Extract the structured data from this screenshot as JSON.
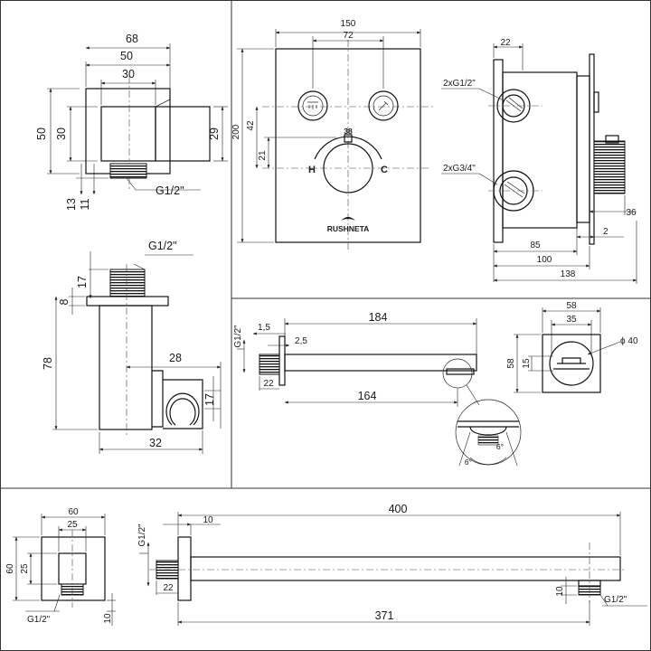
{
  "views": {
    "elbow_top": {
      "dims": {
        "w68": "68",
        "w50": "50",
        "w30": "30",
        "h50": "50",
        "h30": "30",
        "h29": "29",
        "h13": "13",
        "h11": "11",
        "thread": "G1/2\""
      }
    },
    "panel": {
      "dims": {
        "w150": "150",
        "w72": "72",
        "h200": "200",
        "h42": "42",
        "h21": "21"
      },
      "labels": {
        "hot": "H",
        "cold": "C",
        "temp": "38",
        "brand": "RUSHNETA"
      }
    },
    "side": {
      "dims": {
        "w22": "22",
        "w36": "36",
        "w2": "2",
        "w85": "85",
        "w100": "100",
        "w138": "138"
      },
      "labels": {
        "conn_small": "2xG1/2\"",
        "conn_large": "2xG3/4\""
      }
    },
    "holder": {
      "dims": {
        "thread": "G1/2\"",
        "h17a": "17",
        "h8": "8",
        "h78": "78",
        "w28": "28",
        "h17b": "17",
        "w32": "32"
      }
    },
    "spout": {
      "dims": {
        "thread": "G1/2\"",
        "d15": "1,5",
        "d25": "2,5",
        "w184": "184",
        "w22": "22",
        "w164": "164"
      },
      "detail": {
        "a1": "6°",
        "a2": "6°"
      }
    },
    "rosette": {
      "dims": {
        "w58": "58",
        "w35": "35",
        "h58": "58",
        "h15": "15",
        "dia": "ϕ 40"
      }
    },
    "wall_elbow": {
      "dims": {
        "w60": "60",
        "w25": "25",
        "h60": "60",
        "h25": "25",
        "h10": "10",
        "thread": "G1/2\""
      }
    },
    "arm": {
      "dims": {
        "thread": "G1/2\"",
        "w10": "10",
        "w400": "400",
        "w22": "22",
        "h10": "10",
        "thread_out": "G1/2\"",
        "w371": "371"
      }
    }
  }
}
